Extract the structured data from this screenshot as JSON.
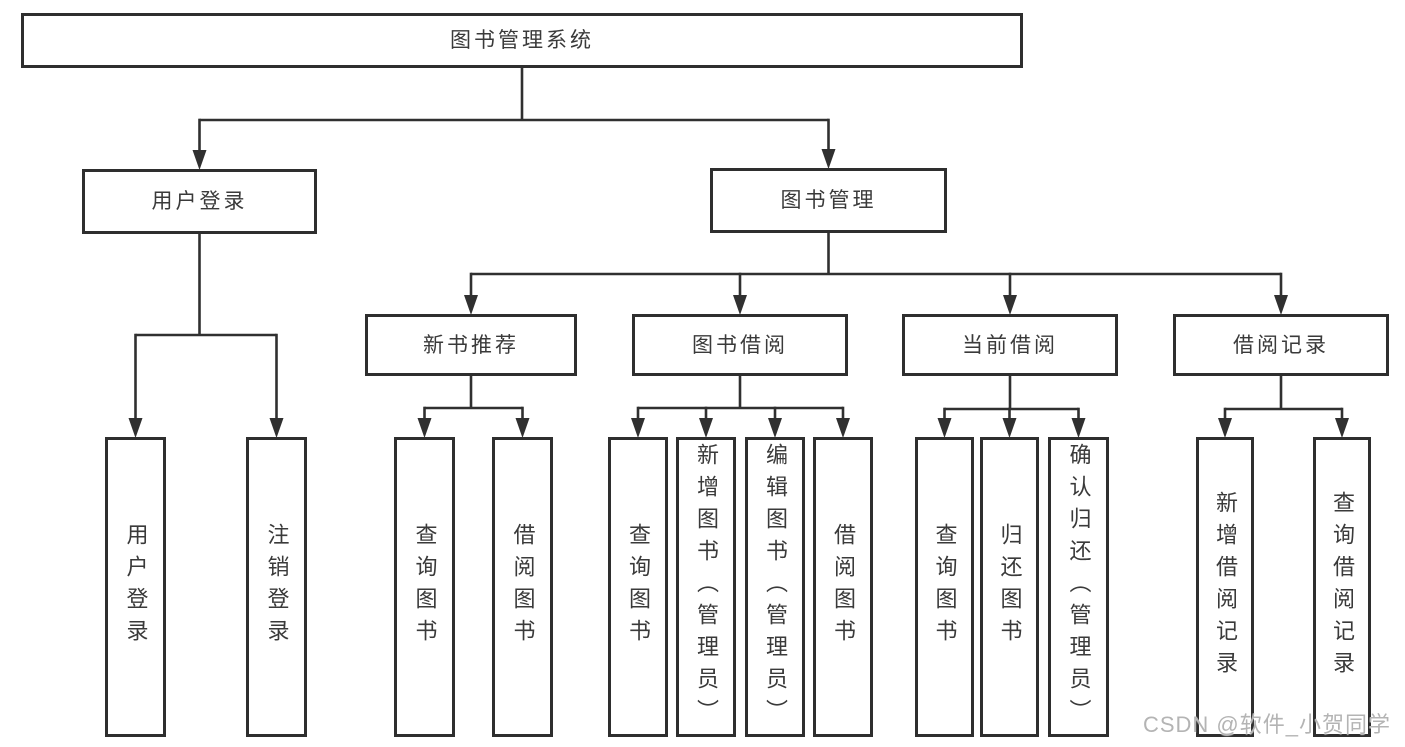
{
  "diagram": {
    "title": "图书管理系统",
    "nodes": [
      {
        "id": "root",
        "label": "图书管理系统",
        "orientation": "horizontal"
      },
      {
        "id": "user-login",
        "label": "用户登录",
        "orientation": "horizontal"
      },
      {
        "id": "book-management",
        "label": "图书管理",
        "orientation": "horizontal"
      },
      {
        "id": "new-book-recommend",
        "label": "新书推荐",
        "orientation": "horizontal"
      },
      {
        "id": "book-borrowing",
        "label": "图书借阅",
        "orientation": "horizontal"
      },
      {
        "id": "current-borrowing",
        "label": "当前借阅",
        "orientation": "horizontal"
      },
      {
        "id": "borrowing-records",
        "label": "借阅记录",
        "orientation": "horizontal"
      },
      {
        "id": "login-leaf",
        "label": "用户登录",
        "orientation": "vertical"
      },
      {
        "id": "logout-leaf",
        "label": "注销登录",
        "orientation": "vertical"
      },
      {
        "id": "newbook-query-books",
        "label": "查询图书",
        "orientation": "vertical"
      },
      {
        "id": "newbook-borrow-books",
        "label": "借阅图书",
        "orientation": "vertical"
      },
      {
        "id": "borrow-query-books",
        "label": "查询图书",
        "orientation": "vertical"
      },
      {
        "id": "borrow-add-books-admin",
        "label": "新增图书（管理员）",
        "orientation": "vertical"
      },
      {
        "id": "borrow-edit-books-admin",
        "label": "编辑图书（管理员）",
        "orientation": "vertical"
      },
      {
        "id": "borrow-borrow-books",
        "label": "借阅图书",
        "orientation": "vertical"
      },
      {
        "id": "current-query-books",
        "label": "查询图书",
        "orientation": "vertical"
      },
      {
        "id": "current-return-books",
        "label": "归还图书",
        "orientation": "vertical"
      },
      {
        "id": "current-confirm-return-admin",
        "label": "确认归还（管理员）",
        "orientation": "vertical"
      },
      {
        "id": "records-add-record",
        "label": "新增借阅记录",
        "orientation": "vertical"
      },
      {
        "id": "records-query-record",
        "label": "查询借阅记录",
        "orientation": "vertical"
      }
    ],
    "edges": [
      {
        "from": "root",
        "to": [
          "user-login",
          "book-management"
        ]
      },
      {
        "from": "user-login",
        "to": [
          "login-leaf",
          "logout-leaf"
        ]
      },
      {
        "from": "book-management",
        "to": [
          "new-book-recommend",
          "book-borrowing",
          "current-borrowing",
          "borrowing-records"
        ]
      },
      {
        "from": "new-book-recommend",
        "to": [
          "newbook-query-books",
          "newbook-borrow-books"
        ]
      },
      {
        "from": "book-borrowing",
        "to": [
          "borrow-query-books",
          "borrow-add-books-admin",
          "borrow-edit-books-admin",
          "borrow-borrow-books"
        ]
      },
      {
        "from": "current-borrowing",
        "to": [
          "current-query-books",
          "current-return-books",
          "current-confirm-return-admin"
        ]
      },
      {
        "from": "borrowing-records",
        "to": [
          "records-add-record",
          "records-query-record"
        ]
      }
    ]
  },
  "watermark": {
    "text": "CSDN @软件_小贺同学"
  },
  "colors": {
    "line": "#303030",
    "border": "#2e2e2e",
    "text": "#3a3a3a",
    "watermark": "#b4b4b4",
    "background": "#ffffff"
  }
}
